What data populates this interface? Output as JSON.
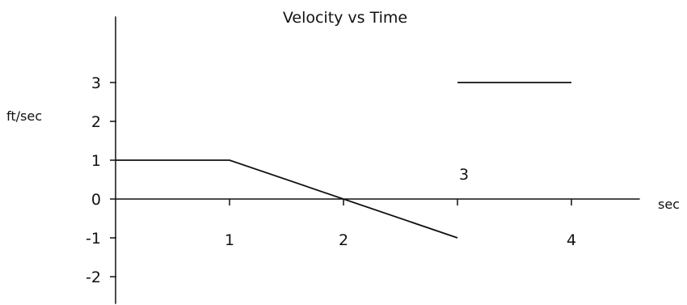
{
  "chart_data": {
    "type": "line",
    "title": "Velocity vs Time",
    "xlabel": "sec",
    "ylabel": "ft/sec",
    "xlim": [
      0,
      4.6
    ],
    "ylim": [
      -2.7,
      4.7
    ],
    "x_ticks": [
      {
        "value": 1,
        "label": "1"
      },
      {
        "value": 2,
        "label": "2"
      },
      {
        "value": 4,
        "label": "4"
      }
    ],
    "y_ticks": [
      {
        "value": 3,
        "label": "3"
      },
      {
        "value": 2,
        "label": "2"
      },
      {
        "value": 1,
        "label": "1"
      },
      {
        "value": 0,
        "label": "0"
      },
      {
        "value": -1,
        "label": "-1"
      },
      {
        "value": -2,
        "label": "-2"
      }
    ],
    "annotations": [
      {
        "text": "3",
        "x": 3,
        "y": 0.65
      }
    ],
    "series": [
      {
        "segments": [
          {
            "points": [
              [
                0,
                1
              ],
              [
                1,
                1
              ],
              [
                3,
                -1
              ]
            ]
          },
          {
            "points": [
              [
                3,
                3
              ],
              [
                4,
                3
              ]
            ]
          }
        ]
      }
    ],
    "grid": false,
    "line_color": "#111111"
  }
}
